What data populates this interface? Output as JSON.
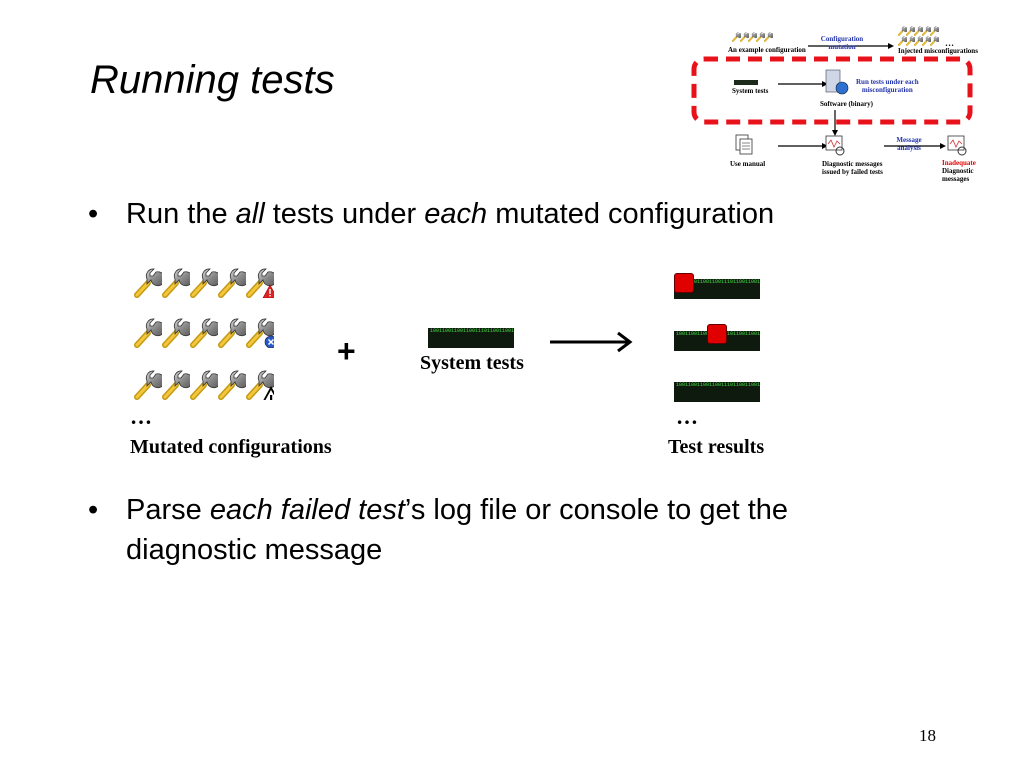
{
  "slide": {
    "title": "Running tests",
    "bullet1": {
      "prefix": "Run the ",
      "em1": "all",
      "mid": " tests under ",
      "em2": "each",
      "suffix": " mutated configuration"
    },
    "bullet2": {
      "prefix": "Parse ",
      "em": "each failed test",
      "suffix": "’s log file or console to get the",
      "line2": "diagnostic message"
    },
    "bullet_char": "•",
    "plus": "+",
    "ellipsis": "…",
    "system_tests_label": "System tests",
    "mutated_label": "Mutated configurations",
    "results_label": "Test results",
    "page_number": "18"
  },
  "overview": {
    "example_config": "An example configuration",
    "config_mutation": [
      "Configuration",
      "mutation"
    ],
    "injected": "Injected misconfigurations",
    "system_tests": "System tests",
    "run_tests": [
      "Run tests under each",
      "misconfiguration"
    ],
    "software": "Software (binary)",
    "use_manual": "Use manual",
    "diag_messages": [
      "Diagnostic messages",
      "issued by failed tests"
    ],
    "message_analysis": [
      "Message",
      "analysis"
    ],
    "inadequate": "Inadequate",
    "diagnostic_messages": [
      "Diagnostic",
      "messages"
    ],
    "colors": {
      "highlight": "#e8121b",
      "link_blue": "#2233aa",
      "inadequate_red": "#e00000"
    }
  },
  "binary_text": "1001100110011001110110011001100101010110011100110011001101100101001101100110101000111001100110011010110011001101010010110011010011001101001100110100110101"
}
